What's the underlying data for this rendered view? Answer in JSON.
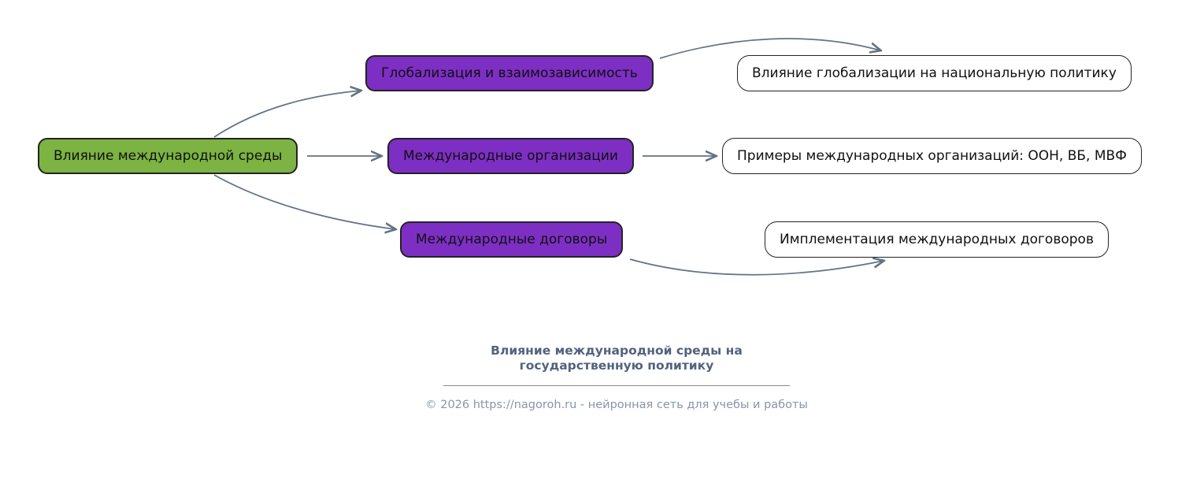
{
  "diagram": {
    "root": {
      "label": "Влияние международной среды"
    },
    "branches": [
      {
        "label": "Глобализация и взаимозависимость",
        "leaf": "Влияние глобализации на национальную политику"
      },
      {
        "label": "Международные организации",
        "leaf": "Примеры международных организаций: ООН, ВБ, МВФ"
      },
      {
        "label": "Международные договоры",
        "leaf": "Имплементация международных договоров"
      }
    ],
    "colors": {
      "root_fill": "#7cb342",
      "branch_fill": "#7d2fc4",
      "leaf_fill": "#ffffff",
      "node_border": "#232323",
      "arrow": "#637383",
      "caption": "#52627f",
      "footer": "#8795aa"
    }
  },
  "caption": {
    "title": "Влияние международной среды на государственную политику",
    "footer": "© 2026 https://nagoroh.ru - нейронная сеть для учебы и работы"
  }
}
